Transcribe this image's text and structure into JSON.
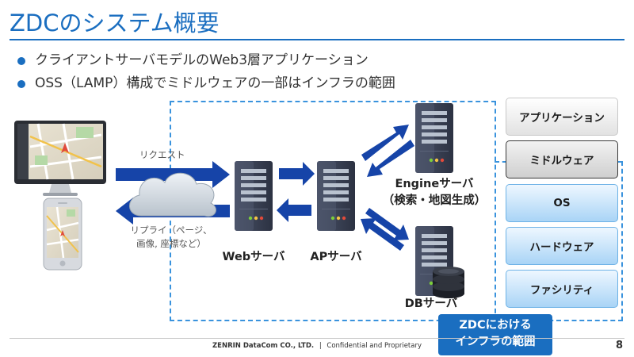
{
  "slide": {
    "title": "ZDCのシステム概要",
    "bullets": [
      "クライアントサーバモデルのWeb3層アプリケーション",
      "OSS（LAMP）構成でミドルウェアの一部はインフラの範囲"
    ]
  },
  "diagram": {
    "request_label": "リクエスト",
    "reply_label_line1": "リプライ（ページ、",
    "reply_label_line2": "画像, 座標など）",
    "web_server_label": "Webサーバ",
    "ap_server_label": "APサーバ",
    "engine_server_label_line1": "Engineサーバ",
    "engine_server_label_line2": "（検索・地図生成）",
    "db_server_label": "DBサーバ"
  },
  "stack": {
    "layers": [
      "アプリケーション",
      "ミドルウェア",
      "OS",
      "ハードウェア",
      "ファシリティ"
    ],
    "zdc_label_line1": "ZDCにおける",
    "zdc_label_line2": "インフラの範囲"
  },
  "footer": {
    "company": "ZENRIN DataCom CO., LTD.",
    "separator": "|",
    "confidential": "Confidential and Proprietary",
    "page_number": "8"
  },
  "colors": {
    "accent_blue": "#1a6ec0",
    "arrow_blue": "#1644a8",
    "dashed_border": "#3a93dd",
    "server_dark": "#3a4254"
  }
}
